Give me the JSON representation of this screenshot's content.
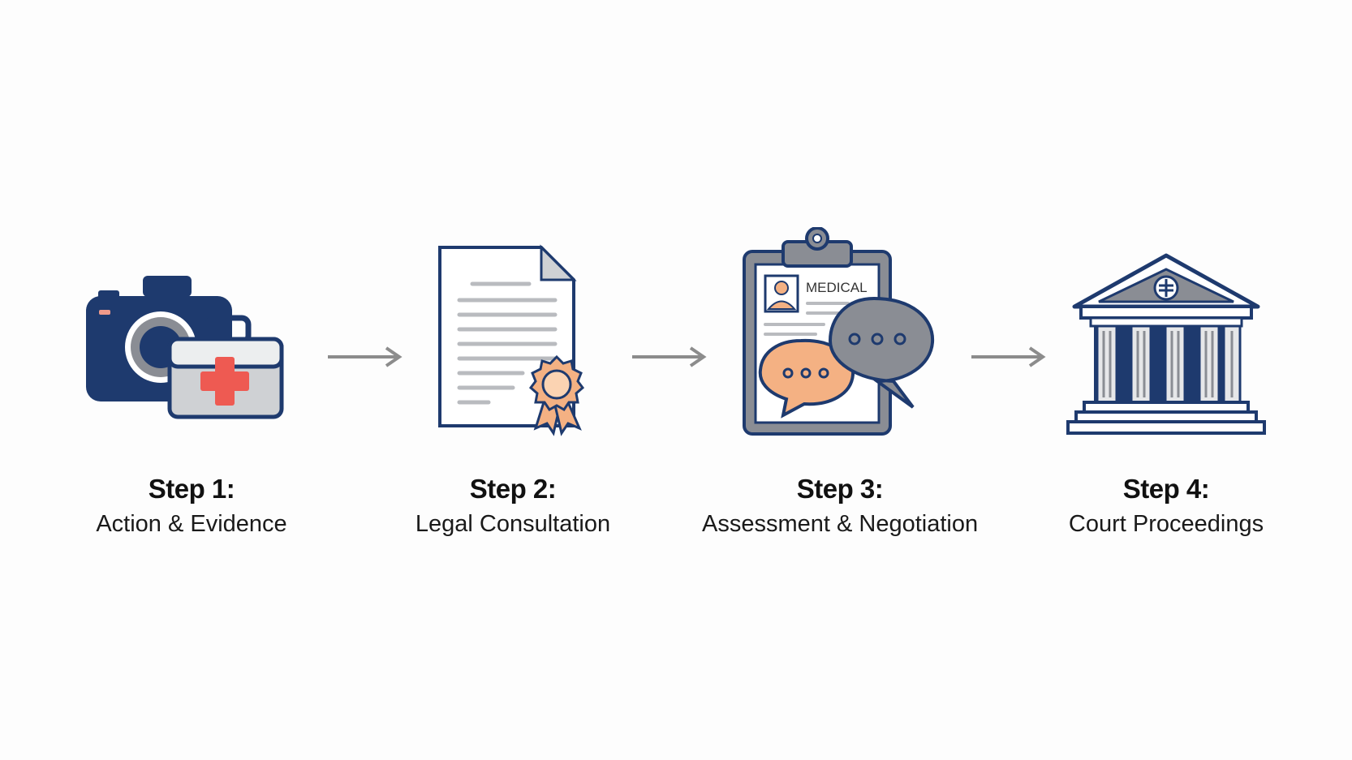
{
  "steps": [
    {
      "title": "Step 1:",
      "description": "Action & Evidence",
      "icon": "camera-and-first-aid-kit-icon"
    },
    {
      "title": "Step 2:",
      "description": "Legal Consultation",
      "icon": "document-with-seal-icon"
    },
    {
      "title": "Step 3:",
      "description": "Assessment & Negotiation",
      "icon": "medical-clipboard-with-speech-bubbles-icon"
    },
    {
      "title": "Step 4:",
      "description": "Court Proceedings",
      "icon": "courthouse-icon"
    }
  ],
  "clipboard_label": "MEDICAL",
  "colors": {
    "navy": "#1e3a6e",
    "gray": "#8a8d94",
    "light_gray": "#cfd1d4",
    "orange": "#f4b183",
    "red": "#ee5a52",
    "arrow": "#8c8c8c"
  }
}
